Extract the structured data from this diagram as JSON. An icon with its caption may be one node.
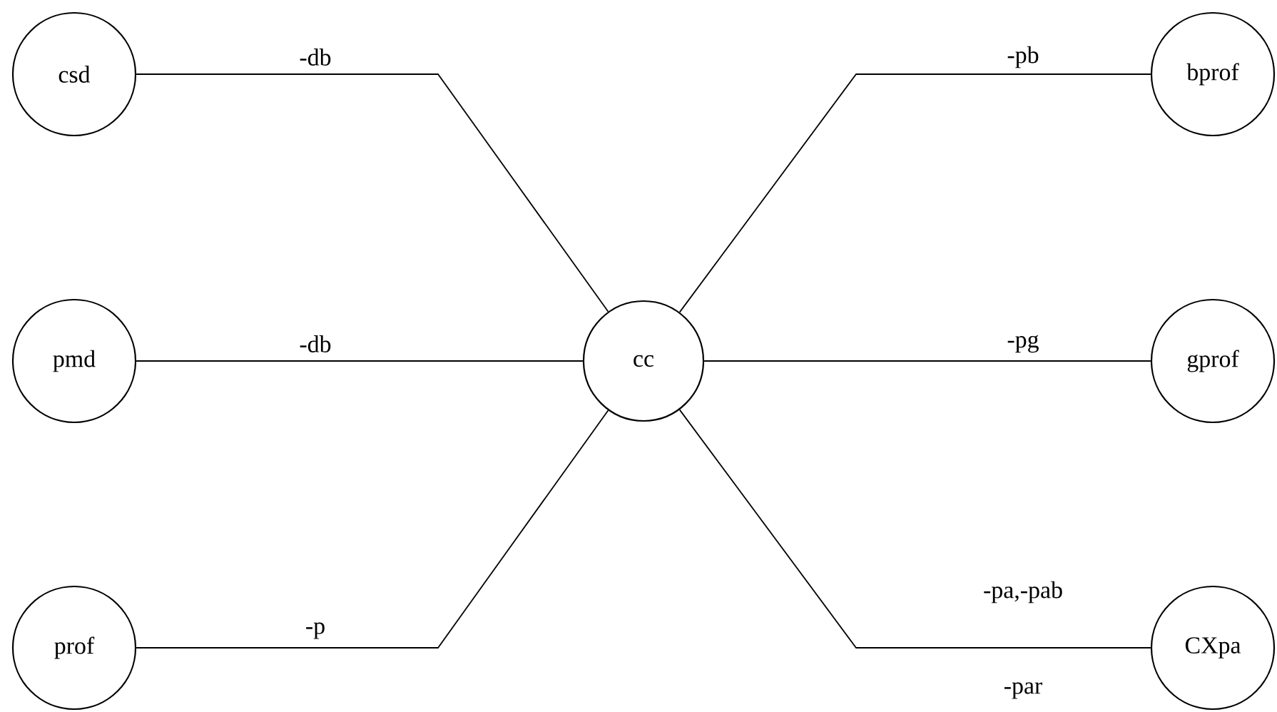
{
  "diagram": {
    "nodes": [
      {
        "text": [
          "csd"
        ]
      },
      {
        "text": [
          "pmd"
        ]
      },
      {
        "text": [
          "prof"
        ]
      },
      {
        "text": [
          "cc"
        ]
      },
      {
        "text": [
          "bprof"
        ]
      },
      {
        "text": [
          "gprof"
        ]
      },
      {
        "text": [
          "CXpa"
        ]
      }
    ],
    "edges": [
      {
        "from": 0,
        "to": 3,
        "arrow": "none",
        "label": "-db"
      },
      {
        "from": 1,
        "to": 3,
        "arrow": "none",
        "label": "-db"
      },
      {
        "from": 2,
        "to": 3,
        "arrow": "none",
        "label": "-p"
      },
      {
        "from": 4,
        "to": 3,
        "arrow": "none",
        "label": "-pb"
      },
      {
        "from": 5,
        "to": 3,
        "arrow": "none",
        "label": "-pg"
      },
      {
        "from": 6,
        "to": 3,
        "arrow": "none",
        "label": "-pa,-pab"
      }
    ],
    "labels": [
      "-par"
    ]
  }
}
